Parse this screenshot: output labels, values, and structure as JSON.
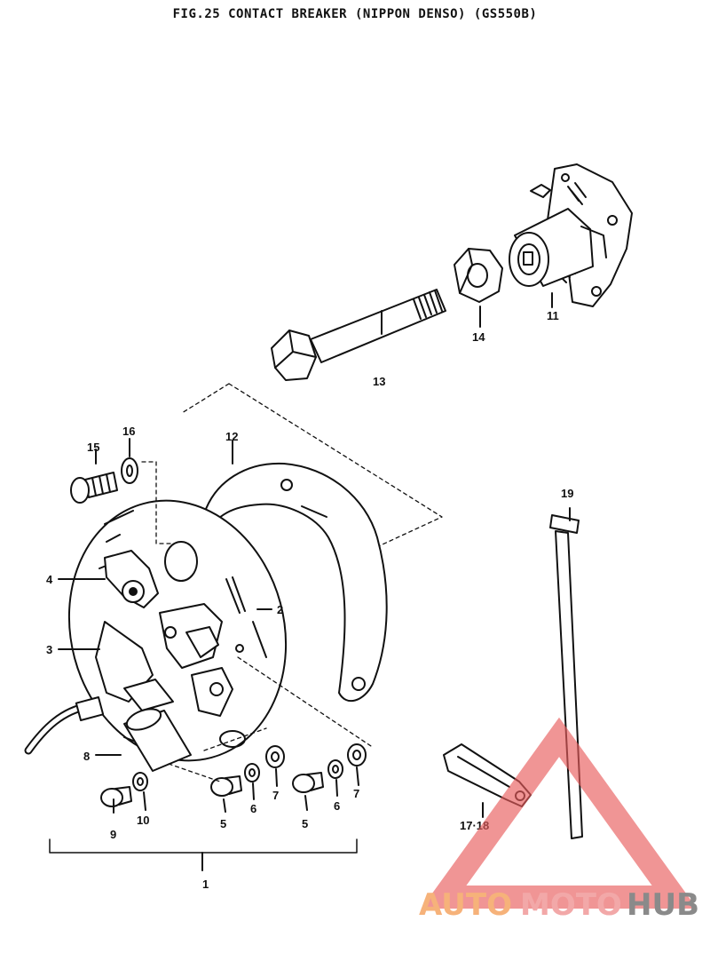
{
  "title": "FIG.25   CONTACT BREAKER (NIPPON DENSO) (GS550B)",
  "parts": {
    "p1": "1",
    "p2": "2",
    "p3": "3",
    "p4": "4",
    "p5a": "5",
    "p5b": "5",
    "p6a": "6",
    "p6b": "6",
    "p7a": "7",
    "p7b": "7",
    "p8": "8",
    "p9": "9",
    "p10": "10",
    "p11": "11",
    "p12": "12",
    "p13": "13",
    "p14": "14",
    "p15": "15",
    "p16": "16",
    "p17": "17·18",
    "p19": "19"
  },
  "watermark": {
    "auto": "AUTO",
    "moto": "MOTO",
    "hub": "HUB",
    "colors": {
      "auto": "#f6b27a",
      "moto": "#f2a8a8",
      "hub": "#8a8a8a",
      "triangle": "#e85c5c"
    }
  }
}
